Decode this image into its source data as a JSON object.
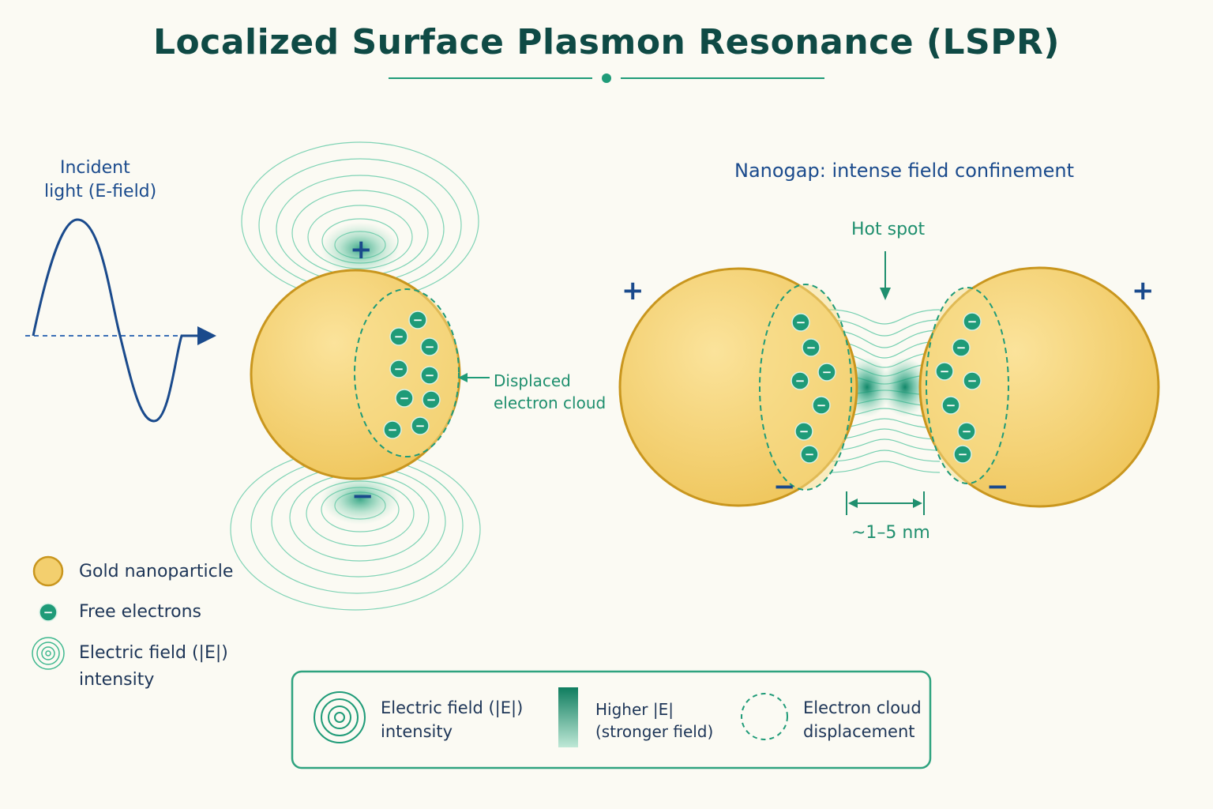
{
  "title": "Localized Surface Plasmon Resonance (LSPR)",
  "incident_light": {
    "line1": "Incident",
    "line2": "light (E-field)"
  },
  "single_particle": {
    "positive_sign": "+",
    "negative_sign": "−",
    "electron_symbol": "−",
    "displaced_label": {
      "line1": "Displaced",
      "line2": "electron cloud"
    }
  },
  "dimer": {
    "heading": "Nanogap: intense field confinement",
    "hot_spot_label": "Hot spot",
    "gap_label": "~1–5 nm",
    "left_sign": "+",
    "right_sign": "+",
    "left_minus": "−",
    "right_minus": "−"
  },
  "side_legend": {
    "gold": "Gold nanoparticle",
    "electrons": "Free electrons",
    "field_line1": "Electric field (|E|)",
    "field_line2": "intensity"
  },
  "bottom_legend": {
    "field_line1": "Electric field (|E|)",
    "field_line2": "intensity",
    "higher_line1": "Higher |E|",
    "higher_line2": "(stronger field)",
    "cloud_line1": "Electron cloud",
    "cloud_line2": "displacement"
  },
  "colors": {
    "gold_fill": "#f3cf6e",
    "gold_stroke": "#c9961e",
    "teal": "#1f9b78",
    "navy": "#1a4a8c",
    "title": "#0f4a45"
  }
}
